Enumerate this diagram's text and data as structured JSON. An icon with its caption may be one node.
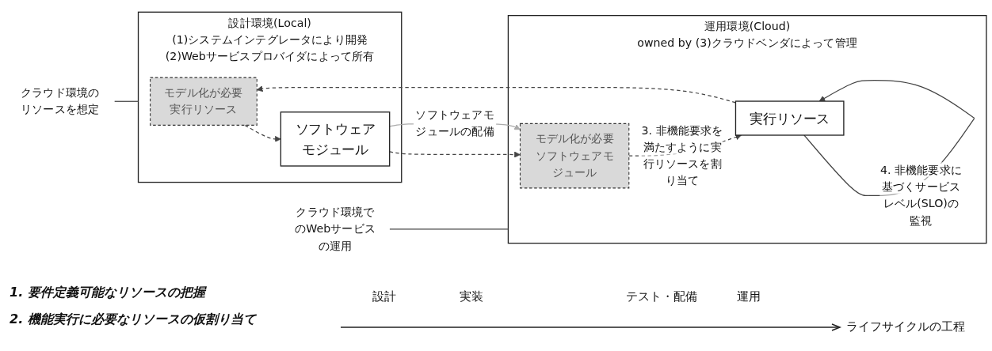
{
  "diagram": {
    "nodes": [
      {
        "text": [
          "設計環境(Local)",
          "(1)システムインテグレータにより開発",
          "(2)Webサービスプロバイダによって所有"
        ]
      },
      {
        "text": [
          "ソフトウェアモジュール"
        ],
        "in": 0
      },
      {
        "text": [
          "モデル化が必要",
          "実行リソース"
        ],
        "in": 0
      },
      {
        "text": [
          "運用環境(Cloud)",
          "owned by (3)クラウドベンダによって管理"
        ]
      },
      {
        "text": [
          "モデル化が必要",
          "ソフトウェアモジュール"
        ],
        "in": 3
      },
      {
        "text": [
          "実行リソース"
        ],
        "in": 3
      },
      {
        "text": [
          "クラウド環境でのWebサービスの運用"
        ]
      },
      {
        "text": [
          "クラウド環境のリソースを想定"
        ]
      }
    ],
    "edges": [
      {
        "from": 1,
        "to": 4,
        "arrow": "to",
        "style": "dashed"
      },
      {
        "from": 1,
        "to": 4,
        "arrow": "to",
        "label": "ソフトウェアモジュールの配備",
        "color": "#aaaaaa"
      },
      {
        "from": 5,
        "to": 2,
        "arrow": "to",
        "style": "dashed"
      },
      {
        "from": 2,
        "to": 1,
        "arrow": "to",
        "style": "dashed"
      },
      {
        "from": 4,
        "to": 5,
        "arrow": "to",
        "style": "dashed",
        "label": "3. 非機能要求を満たすように実行リソースを割り当て"
      },
      {
        "from": 5,
        "to": 5,
        "arrow": "to",
        "label": "4. 非機能要求に基づくサービスレベル(SLO)の監視"
      },
      {
        "from": 6,
        "to": 3,
        "arrow": "none"
      },
      {
        "from": 7,
        "to": 0,
        "arrow": "none"
      }
    ],
    "labels": [
      "1. 要件定義可能なリソースの把握",
      "2. 機能実行に必要なリソースの仮割り当て",
      "設計",
      "実装",
      "テスト・配備",
      "運用",
      "ライフサイクルの工程"
    ]
  }
}
